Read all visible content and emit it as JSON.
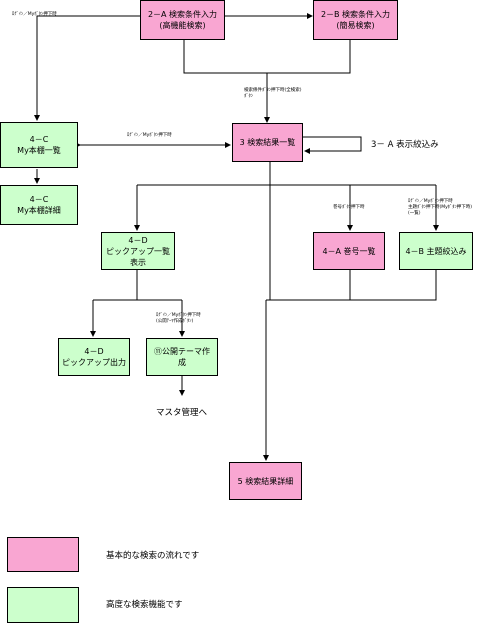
{
  "nodes": {
    "search_advanced": {
      "line1": "2－A 検索条件入力",
      "line2": "(高機能検索)"
    },
    "search_simple": {
      "line1": "2－B 検索条件入力",
      "line2": "(簡易検索)"
    },
    "mybook_list": {
      "line1": "4－C",
      "line2": "My本棚一覧"
    },
    "mybook_detail": {
      "line1": "4－C",
      "line2": "My本棚詳細"
    },
    "result_list": {
      "line1": "3 検索結果一覧"
    },
    "pickup_list": {
      "line1": "4－D",
      "line2": "ピックアップ一覧",
      "line3": "表示"
    },
    "volume_list": {
      "line1": "4－A 巻号一覧"
    },
    "subject_filter": {
      "line1": "4－B 主題絞込み"
    },
    "pickup_output": {
      "line1": "4－D",
      "line2": "ピックアップ出力"
    },
    "public_theme": {
      "line1": "⑪公開テーマ作",
      "line2": "成"
    },
    "result_detail": {
      "line1": "5 検索結果詳細"
    }
  },
  "labels": {
    "narrow_results": "3－ A 表示絞込み",
    "to_master": "マスタ管理へ"
  },
  "notes": {
    "note_top_left": "ﾛｸﾞｲﾝ／Myﾎﾞﾀﾝ押下時",
    "note_center": "検索條件ﾎﾞﾀﾝ押下時(全検索)\nﾎﾞﾀﾝ",
    "note_result_left": "ﾛｸﾞｲﾝ／Myﾎﾞﾀﾝ押下時",
    "note_volume": "巻号ﾎﾞﾀﾝ押下時",
    "note_subject": "ﾛｸﾞｲﾝ／Myﾎﾞﾀﾝ押下時\n主題ﾎﾞﾀﾝ押下時(Myﾎﾞﾀﾝ押下時)\n(一覧)",
    "note_pickup": "ﾛｸﾞｲﾝ／Myﾎﾞﾀﾝ押下時\n(公開ﾃｰﾏ作成ﾎﾞﾀﾝ)"
  },
  "legend": [
    {
      "color": "#f9a6d2",
      "text": "基本的な検索の流れです"
    },
    {
      "color": "#ccffcc",
      "text": "高度な検索機能です"
    }
  ]
}
